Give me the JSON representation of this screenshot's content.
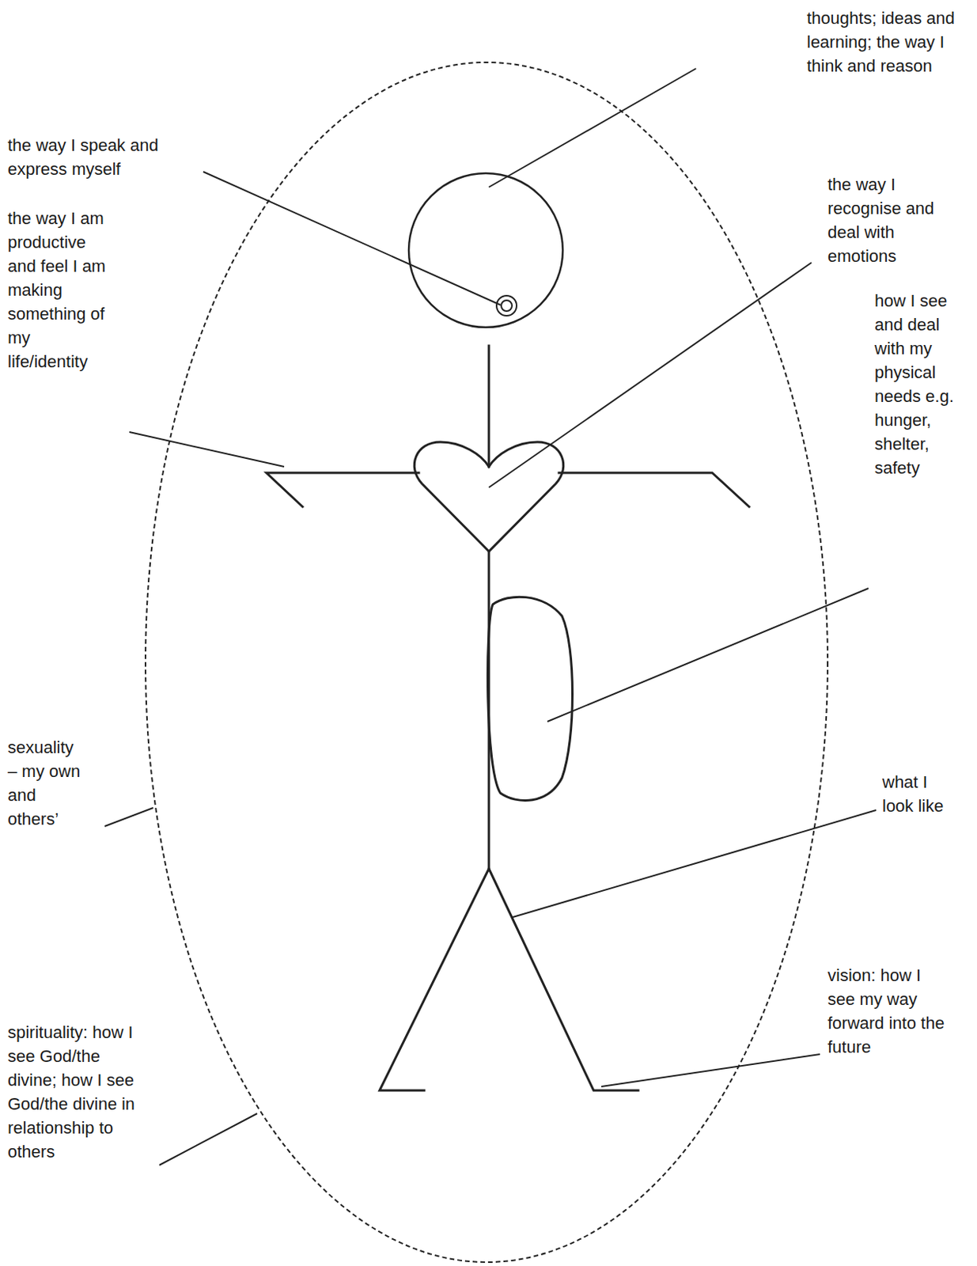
{
  "diagram": {
    "labels": [
      "thoughts; ideas and learning; the way I think and reason",
      "the way I speak and express myself",
      "the way I recognise and deal with emotions",
      "the way I am productive and feel I am making something of my life/identity",
      "how I see and deal with my physical needs e.g. hunger, shelter, safety",
      "sexuality – my own and others’",
      "what I look like",
      "vision: how I see my way forward into the future",
      "spirituality: how I see God/the divine; how I see God/the divine in relationship to others"
    ]
  }
}
